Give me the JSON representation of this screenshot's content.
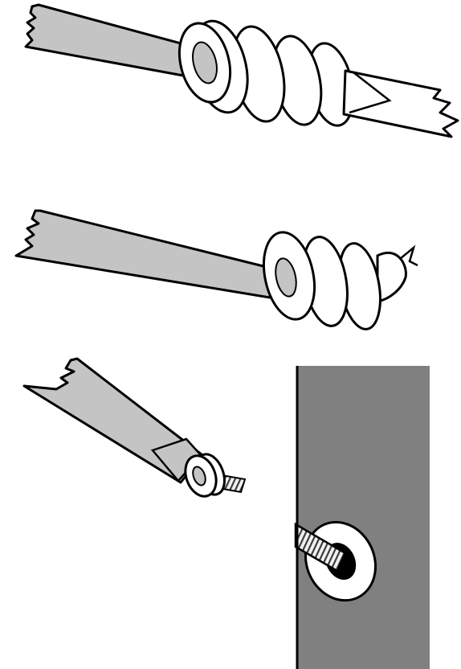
{
  "colors": {
    "background": "#ffffff",
    "outline": "#000000",
    "shaft": "#c4c4c4",
    "wall": "#808080",
    "anchor": "#ffffff",
    "thread_light": "#f2f2f2",
    "thread_dark": "#3a3a3a"
  },
  "panels": [
    {
      "name": "panel-screwdriver-full-anchor"
    },
    {
      "name": "panel-screwdriver-anchor-tip"
    },
    {
      "name": "panel-screwdriver-angled-into-wall"
    },
    {
      "name": "panel-wall-section-with-anchor"
    }
  ]
}
